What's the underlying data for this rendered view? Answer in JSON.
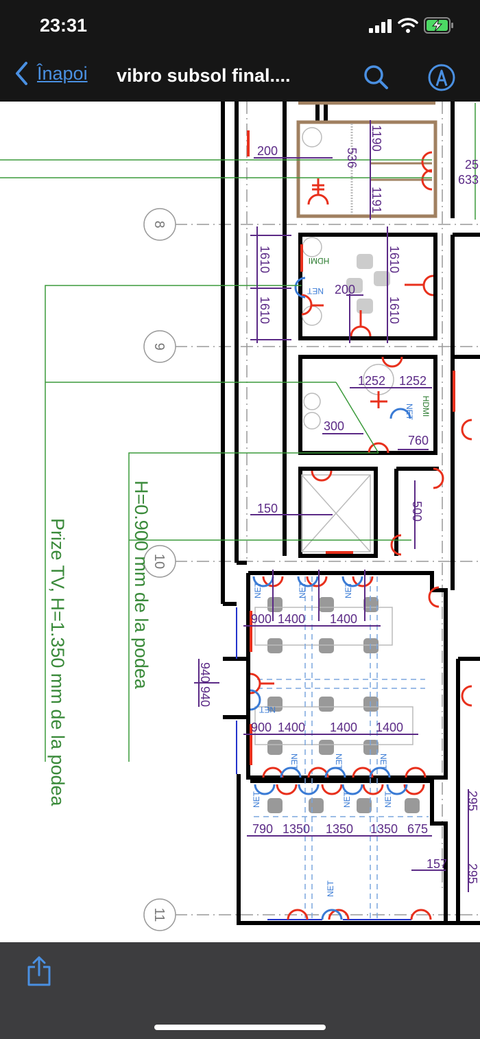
{
  "status_bar": {
    "time": "23:31",
    "signal_icon": "cellular-signal-icon",
    "wifi_icon": "wifi-icon",
    "battery_icon": "battery-charging-icon"
  },
  "nav": {
    "back_label": "Înapoi",
    "title": "vibro subsol final....",
    "accent": "#4a90e2"
  },
  "drawing": {
    "grid_labels": [
      "8",
      "9",
      "10",
      "11"
    ],
    "notes": {
      "h090": "H=0.900 mm de la podea",
      "tv": "Prize TV, H=1.350 mm de la podea"
    },
    "dims": {
      "d200a": "200",
      "d1190": "1190",
      "d536": "536",
      "d1191": "1191",
      "d25": "25",
      "d633": "633",
      "d1610a": "1610",
      "d1610b": "1610",
      "d1610c": "1610",
      "d1610d": "1610",
      "d200b": "200",
      "d1252a": "1252",
      "d1252b": "1252",
      "d300": "300",
      "d760": "760",
      "d150": "150",
      "d500": "500",
      "d940a": "940",
      "d940b": "940",
      "r1": [
        "900",
        "1400",
        "1400"
      ],
      "r2": [
        "900",
        "1400",
        "1400",
        "1400"
      ],
      "r3": [
        "790",
        "1350",
        "1350",
        "1350",
        "675"
      ],
      "d157": "157",
      "d295a": "295",
      "d295b": "295"
    },
    "socket_labels": {
      "hdmi": "HDMI",
      "net": "NET"
    }
  },
  "toolbar": {
    "share_icon": "share-icon"
  }
}
